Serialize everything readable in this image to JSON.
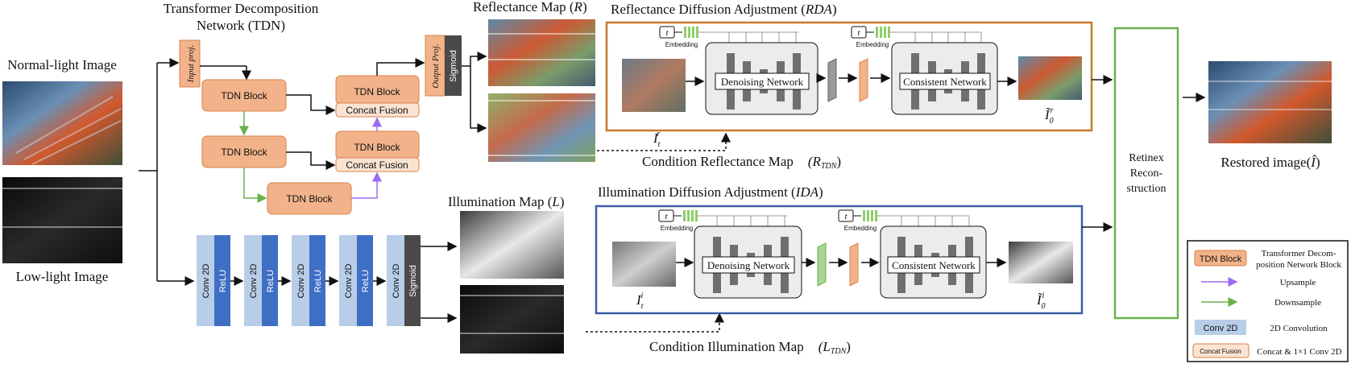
{
  "inputs": {
    "normal_label": "Normal-light Image",
    "low_label": "Low-light Image"
  },
  "tdn": {
    "title_line1": "Transformer Decomposition",
    "title_line2": "Network (TDN)",
    "input_proj": "Input proj.",
    "output_proj": "Output Proj.",
    "sigmoid": "Sigmoid",
    "block": "TDN Block",
    "concat": "Concat Fusion"
  },
  "conv": {
    "conv2d": "Conv 2D",
    "relu": "ReLU",
    "sigmoid": "Sigmoid"
  },
  "maps": {
    "reflectance_title": "Reflectance Map (",
    "reflectance_sym": "R",
    "illumination_title": "Illumination Map (",
    "illumination_sym": "L",
    "close_paren": ")"
  },
  "rda": {
    "title": "Reflectance Diffusion Adjustment (",
    "abbr": "RDA",
    "close": ")",
    "input_sym": "I",
    "input_sub": "t",
    "input_sup": "r",
    "output_sym": "Ĩ",
    "output_sub": "0",
    "output_sup": "r",
    "condition_label": "Condition Reflectance Map",
    "condition_sym": "(R",
    "condition_sub": "TDN",
    "condition_close": ")"
  },
  "ida": {
    "title": "Illumination Diffusion Adjustment (",
    "abbr": "IDA",
    "close": ")",
    "input_sym": "I",
    "input_sub": "t",
    "input_sup": "i",
    "output_sym": "Ĩ",
    "output_sub": "0",
    "output_sup": "i",
    "condition_label": "Condition Illumination Map",
    "condition_sym": "(L",
    "condition_sub": "TDN",
    "condition_close": ")"
  },
  "diffusion": {
    "t_label": "t",
    "embedding": "Embedding",
    "denoising": "Denoising Network",
    "consistent": "Consistent Network"
  },
  "retinex": {
    "line1": "Retinex",
    "line2": "Recon-",
    "line3": "struction"
  },
  "output": {
    "label": "Restored image(",
    "sym": "Î",
    "close": ")"
  },
  "legend": {
    "tdn_block_swatch": "TDN Block",
    "tdn_block_desc_1": "Transformer Decom-",
    "tdn_block_desc_2": "position Network Block",
    "upsample": "Upsample",
    "downsample": "Downsample",
    "conv_swatch": "Conv 2D",
    "conv_desc": "2D Convolution",
    "concat_swatch": "Concat Fusion",
    "concat_desc": "Concat & 1×1 Conv 2D"
  },
  "colors": {
    "tdn_orange": "#f2b38a",
    "tdn_orange_stroke": "#d9814a",
    "rda_border": "#c8782f",
    "ida_border": "#3a5ea6",
    "retinex_border": "#6ab04c",
    "conv_light": "#b8cde8",
    "relu_blue": "#3f6fc4",
    "upsample": "#9b6cf0",
    "downsample": "#6ab04c"
  }
}
